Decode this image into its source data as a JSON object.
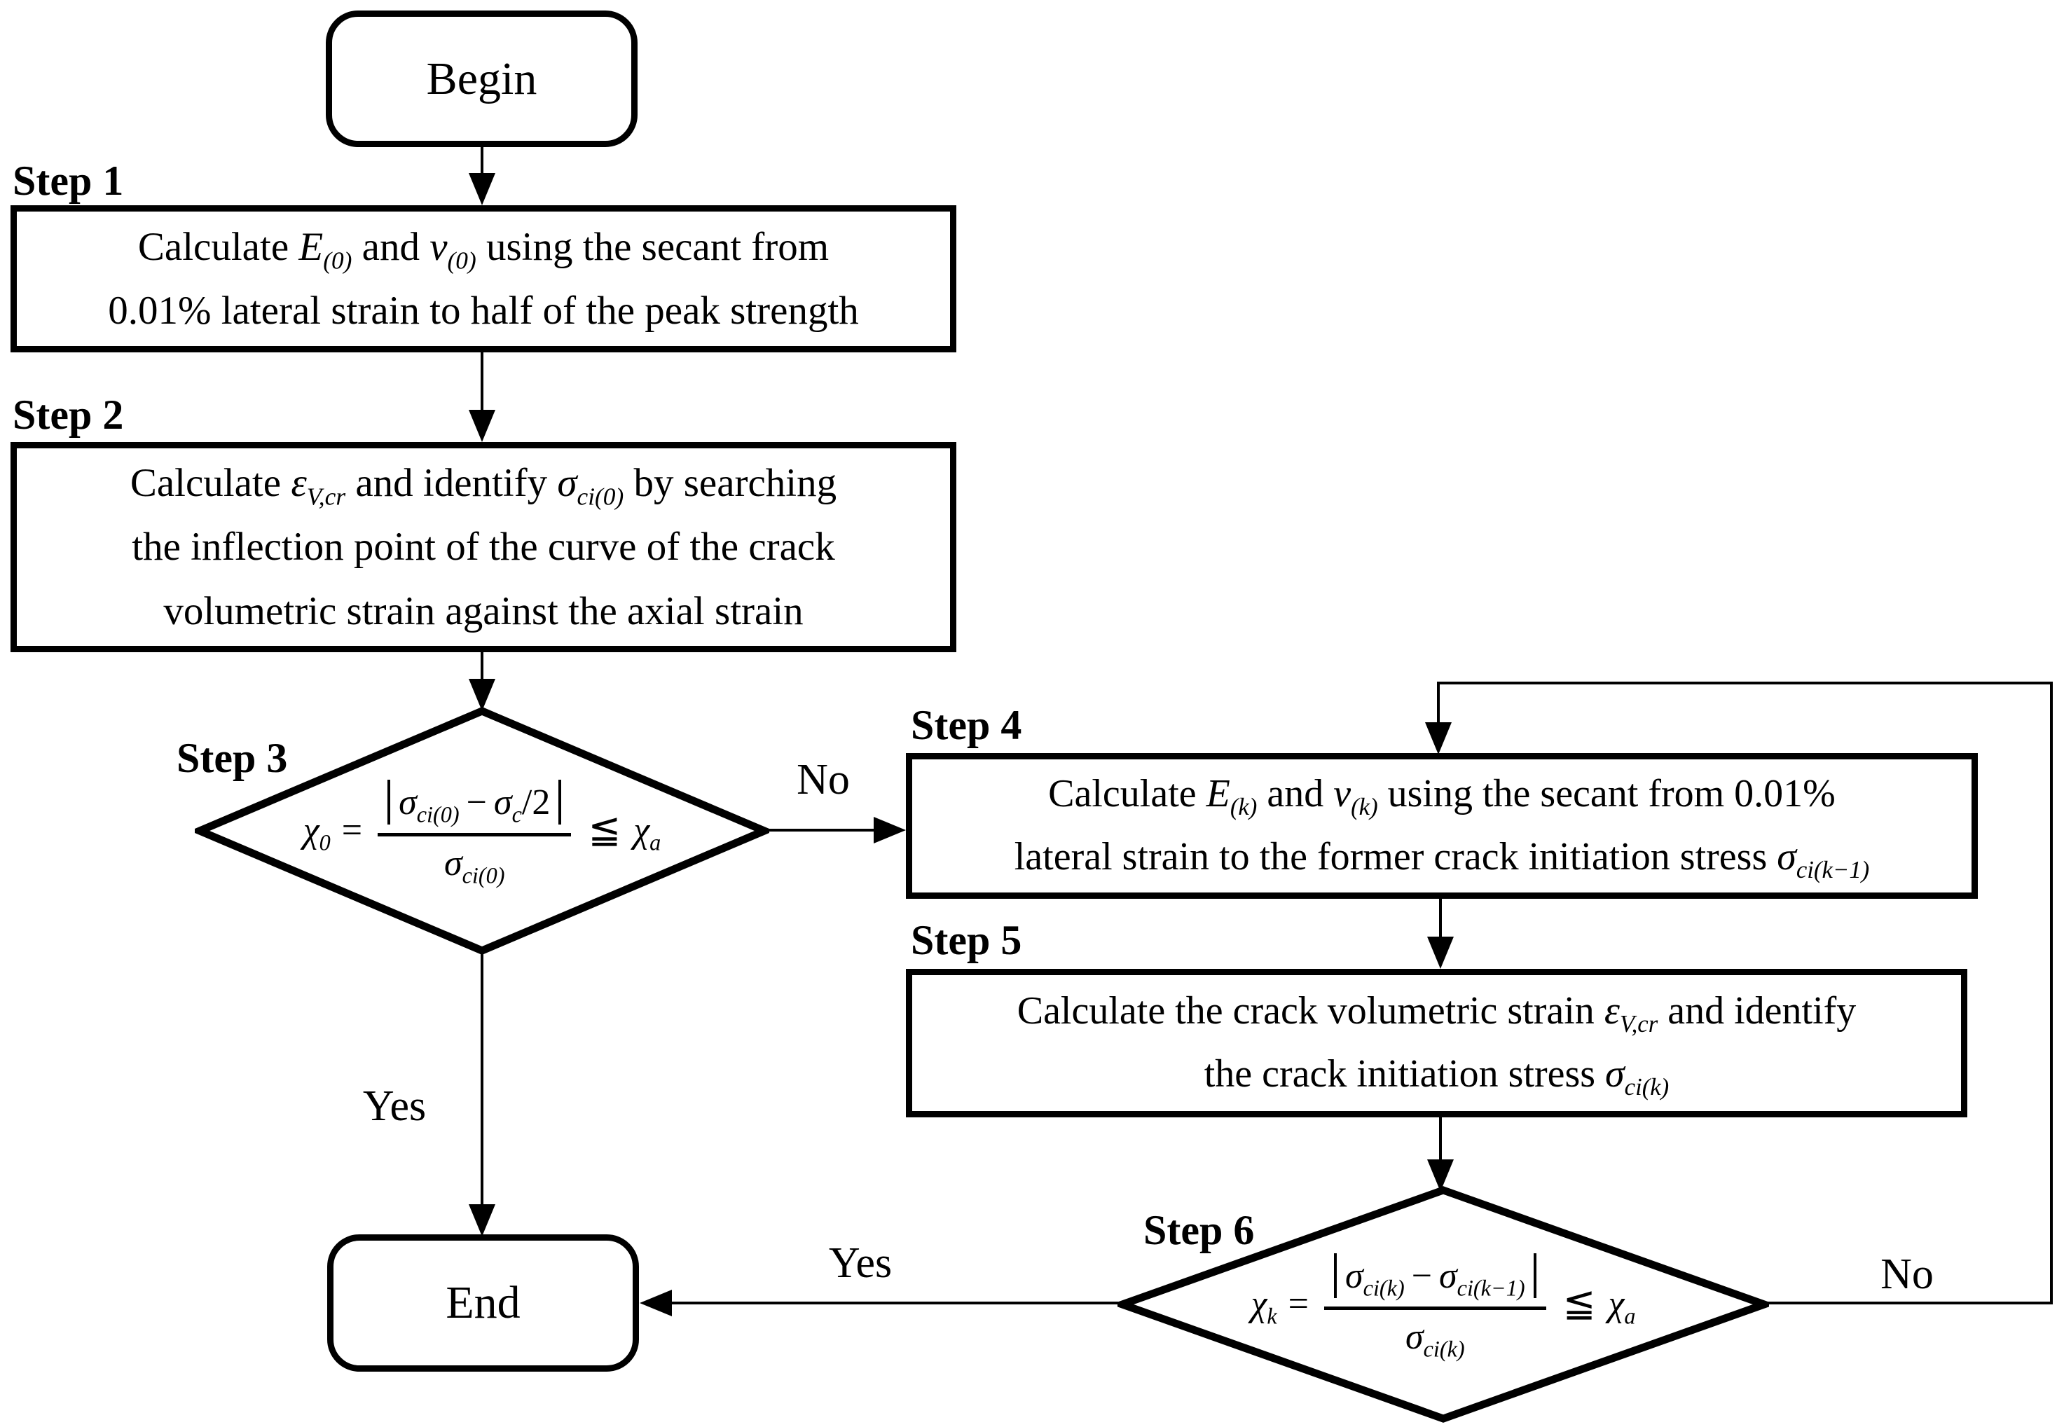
{
  "begin": {
    "label": "Begin"
  },
  "end": {
    "label": "End"
  },
  "step1": {
    "label": "Step 1",
    "l1a": "Calculate ",
    "l1b": "E",
    "l1c": "(0)",
    "l1d": " and ",
    "l1e": "v",
    "l1f": "(0)",
    "l1g": " using the secant from",
    "l2": "0.01% lateral strain to half of the peak strength"
  },
  "step2": {
    "label": "Step 2",
    "l1a": "Calculate ",
    "l1b": "ε",
    "l1c": "V,cr",
    "l1d": " and identify ",
    "l1e": "σ",
    "l1f": "ci(0)",
    "l1g": " by searching",
    "l2": "the inflection point of the curve of the crack",
    "l3": "volumetric strain against the axial strain"
  },
  "step3": {
    "label": "Step 3",
    "chi": "χ",
    "chi_sub": "0",
    "equals": "=",
    "num_var1": "σ",
    "num_sub1": "ci(0)",
    "minus": "−",
    "num_var2": "σ",
    "num_sub2": "c",
    "num_tail": "/2",
    "den_var": "σ",
    "den_sub": "ci(0)",
    "leq": "≦",
    "chi_a": "χ",
    "chi_a_sub": "a"
  },
  "step4": {
    "label": "Step 4",
    "l1a": "Calculate ",
    "l1b": "E",
    "l1c": "(k)",
    "l1d": " and ",
    "l1e": "v",
    "l1f": "(k)",
    "l1g": " using the secant from 0.01%",
    "l2a": "lateral strain to the former crack initiation stress ",
    "l2b": "σ",
    "l2c": "ci(k−1)"
  },
  "step5": {
    "label": "Step 5",
    "l1a": "Calculate the crack volumetric strain ",
    "l1b": "ε",
    "l1c": "V,cr",
    "l1d": " and identify",
    "l2a": "the crack initiation stress ",
    "l2b": "σ",
    "l2c": "ci(k)"
  },
  "step6": {
    "label": "Step 6",
    "chi": "χ",
    "chi_sub": "k",
    "equals": "=",
    "num_var1": "σ",
    "num_sub1": "ci(k)",
    "minus": "−",
    "num_var2": "σ",
    "num_sub2": "ci(k−1)",
    "den_var": "σ",
    "den_sub": "ci(k)",
    "leq": "≦",
    "chi_a": "χ",
    "chi_a_sub": "a"
  },
  "edges": {
    "step3_no": "No",
    "step3_yes": "Yes",
    "step6_yes": "Yes",
    "step6_no": "No"
  }
}
